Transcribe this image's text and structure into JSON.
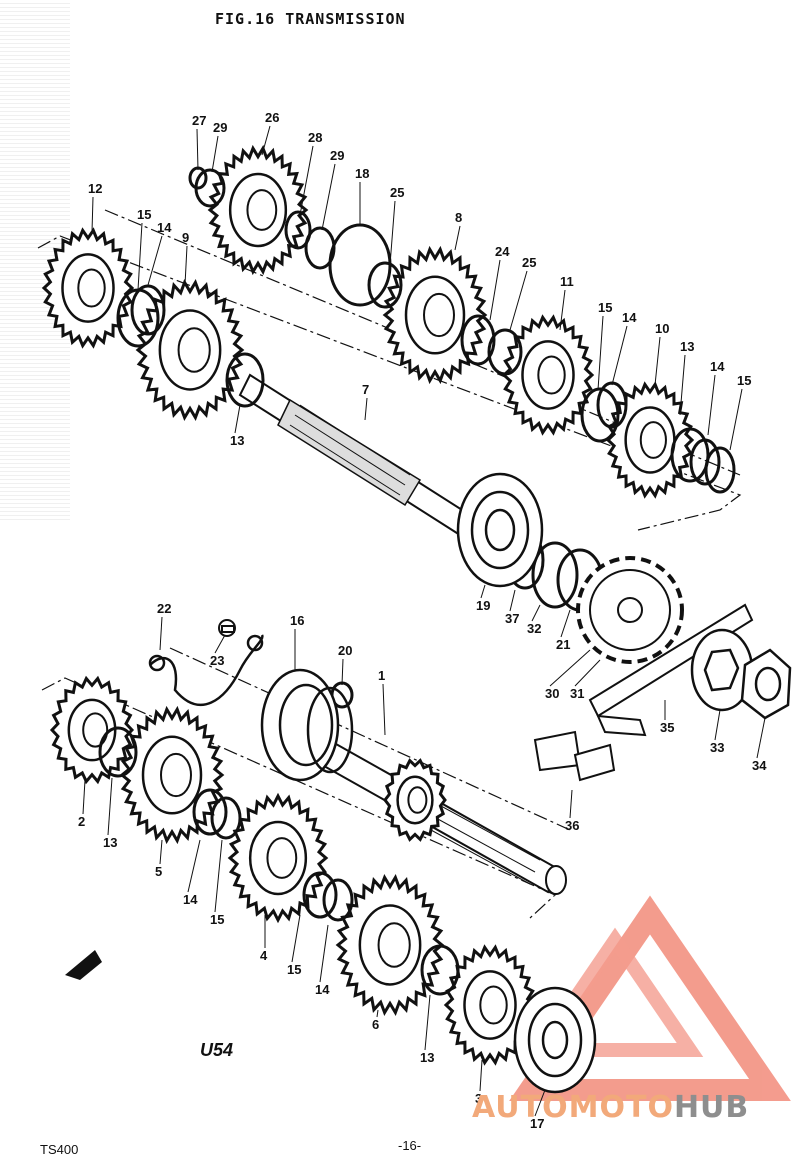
{
  "title": "FIG.16 TRANSMISSION",
  "model": "TS400",
  "page_number": "-16-",
  "diagram_code": "U54",
  "watermark": {
    "part1": "AUTOMOTO",
    "part2": "HUB",
    "color_logo": "#f28b7a",
    "color_text": "#f2a97a",
    "color_hub": "#8e8e8e"
  },
  "labels": {
    "l27": "27",
    "l29a": "29",
    "l26": "26",
    "l28": "28",
    "l29b": "29",
    "l18": "18",
    "l25a": "25",
    "l8": "8",
    "l24": "24",
    "l25b": "25",
    "l12": "12",
    "l15a": "15",
    "l14a": "14",
    "l9": "9",
    "l11": "11",
    "l15b": "15",
    "l14b": "14",
    "l10": "10",
    "l13a": "13",
    "l14c": "14",
    "l15c": "15",
    "l7": "7",
    "l13b": "13",
    "l19": "19",
    "l37": "37",
    "l32": "32",
    "l21": "21",
    "l30": "30",
    "l31": "31",
    "l35": "35",
    "l33": "33",
    "l34": "34",
    "l22": "22",
    "l23": "23",
    "l16": "16",
    "l20": "20",
    "l1": "1",
    "l36": "36",
    "l2": "2",
    "l13c": "13",
    "l5": "5",
    "l14d": "14",
    "l15d": "15",
    "l4": "4",
    "l15e": "15",
    "l14e": "14",
    "l6": "6",
    "l13d": "13",
    "l3": "3",
    "l17": "17"
  }
}
